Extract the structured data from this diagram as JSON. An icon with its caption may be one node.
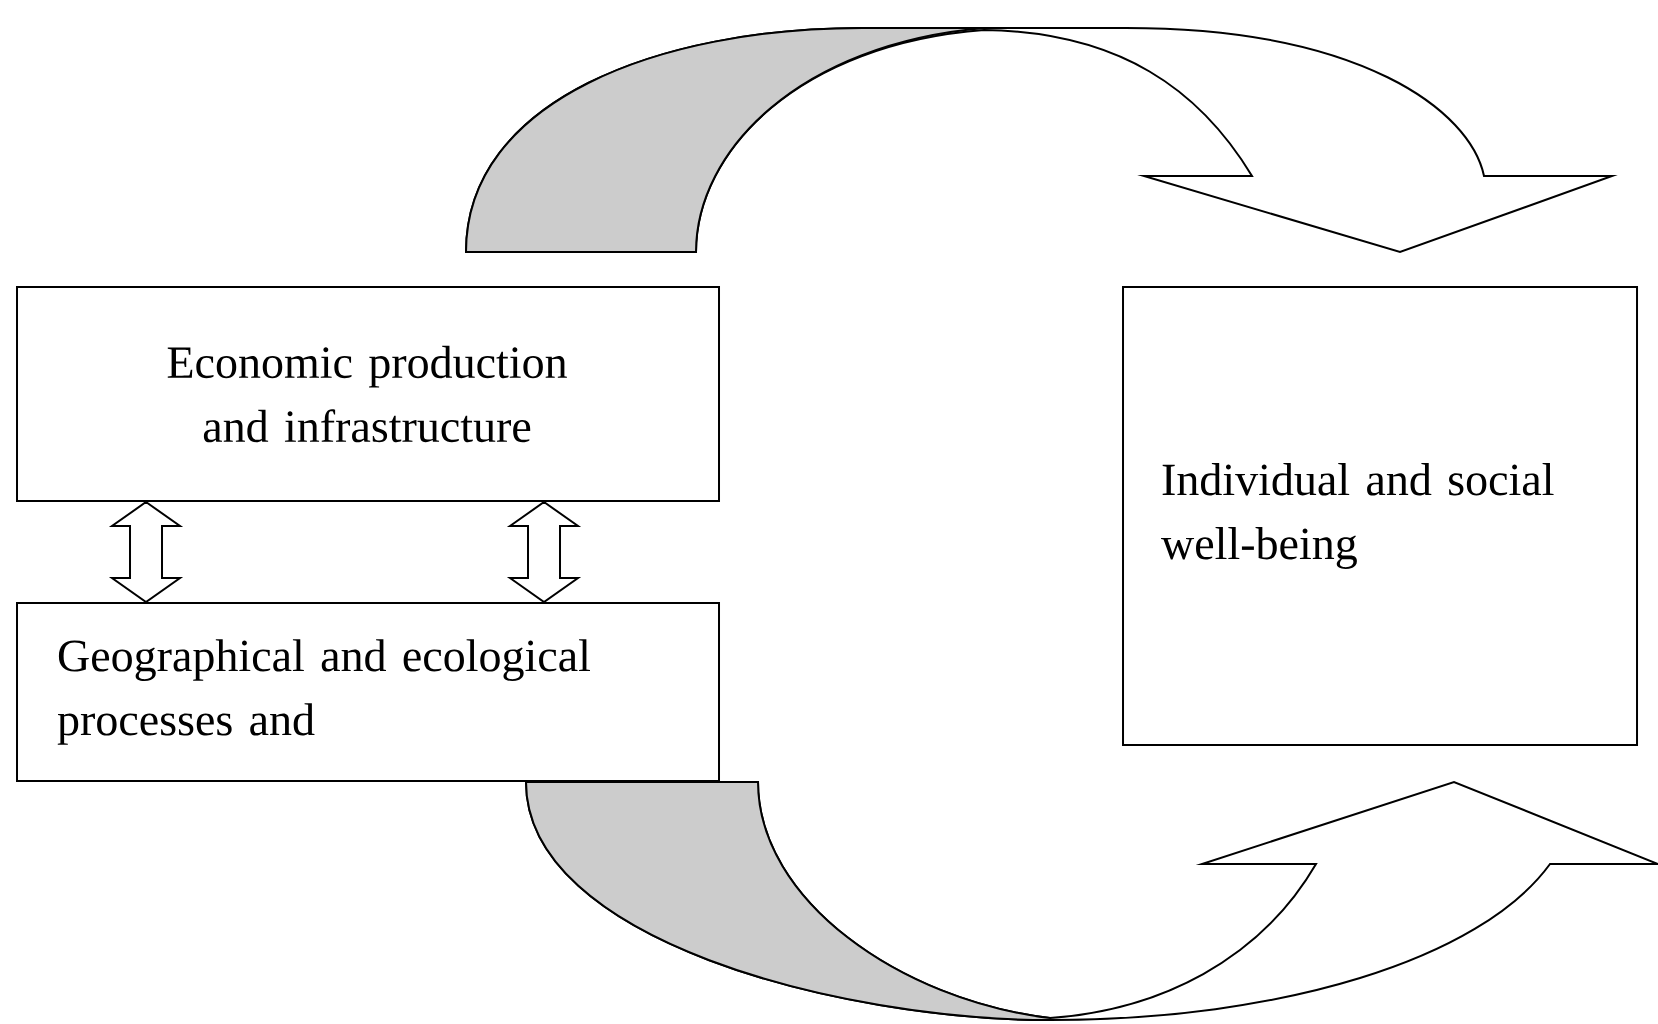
{
  "diagram": {
    "nodes": [
      {
        "text": [
          "Economic production and infrastructure"
        ]
      },
      {
        "text": [
          "Geographical and ecological processes and"
        ]
      },
      {
        "text": [
          "Individual and social well-being"
        ]
      }
    ],
    "edges": [
      {
        "from": 0,
        "to": 1,
        "arrow": "both"
      },
      {
        "from": 0,
        "to": 1,
        "arrow": "both"
      },
      {
        "from": 0,
        "to": 2,
        "arrow": "to"
      },
      {
        "from": 1,
        "to": 2,
        "arrow": "to"
      }
    ]
  }
}
